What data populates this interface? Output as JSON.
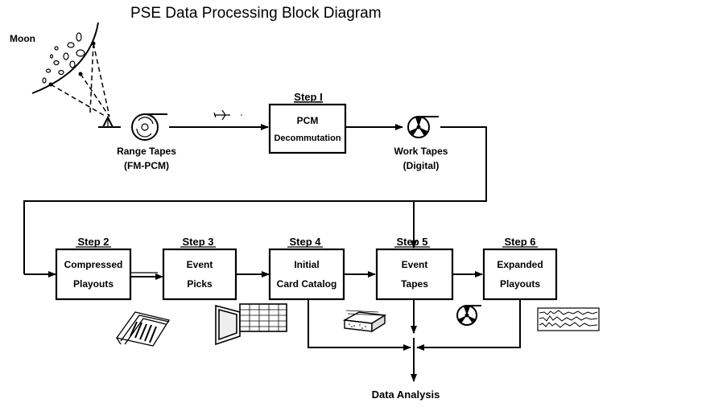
{
  "title": "PSE Data Processing Block Diagram",
  "moon_label": "Moon",
  "range_tapes": {
    "line1": "Range Tapes",
    "line2": "(FM-PCM)"
  },
  "work_tapes": {
    "line1": "Work Tapes",
    "line2": "(Digital)"
  },
  "step1": {
    "step": "Step I",
    "line1": "PCM",
    "line2": "Decommutation"
  },
  "step2": {
    "step": "Step 2",
    "line1": "Compressed",
    "line2": "Playouts"
  },
  "step3": {
    "step": "Step 3",
    "line1": "Event",
    "line2": "Picks"
  },
  "step4": {
    "step": "Step 4",
    "line1": "Initial",
    "line2": "Card Catalog"
  },
  "step5": {
    "step": "Step 5",
    "line1": "Event",
    "line2": "Tapes"
  },
  "step6": {
    "step": "Step 6",
    "line1": "Expanded",
    "line2": "Playouts"
  },
  "output": "Data Analysis",
  "icons": [
    "moon-icon",
    "antenna-icon",
    "tape-reel-icon",
    "airplane-icon",
    "printout-stack-icon",
    "monitor-icon",
    "card-deck-icon",
    "seismogram-icon"
  ]
}
